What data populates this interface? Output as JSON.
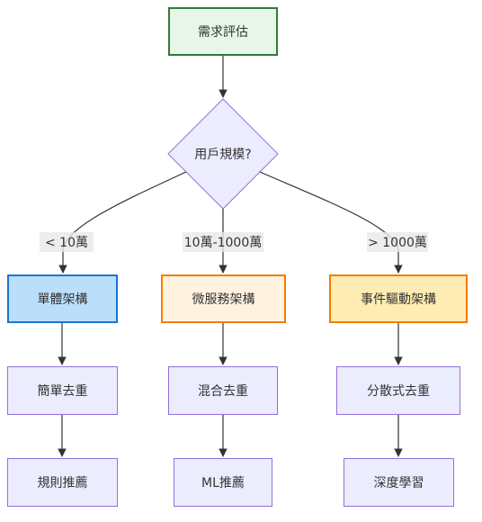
{
  "nodes": {
    "start": "需求評估",
    "decision": "用戶規模?",
    "small": "單體架構",
    "medium": "微服務架構",
    "large": "事件驅動架構",
    "small_dedup": "簡單去重",
    "medium_dedup": "混合去重",
    "large_dedup": "分散式去重",
    "small_rec": "規則推薦",
    "medium_rec": "ML推薦",
    "large_rec": "深度學習"
  },
  "edges": {
    "small": "< 10萬",
    "medium": "10萬-1000萬",
    "large": "> 1000萬"
  },
  "colors": {
    "default_fill": "#ECECFF",
    "default_stroke": "#9370DB",
    "start_fill": "#E8F5E9",
    "start_stroke": "#2E7D32",
    "small_fill": "#BBDEFB",
    "small_stroke": "#1976D2",
    "medium_fill": "#FFF3E0",
    "large_fill": "#FFECB3",
    "orange_stroke": "#F57C00",
    "edge": "#333333"
  }
}
